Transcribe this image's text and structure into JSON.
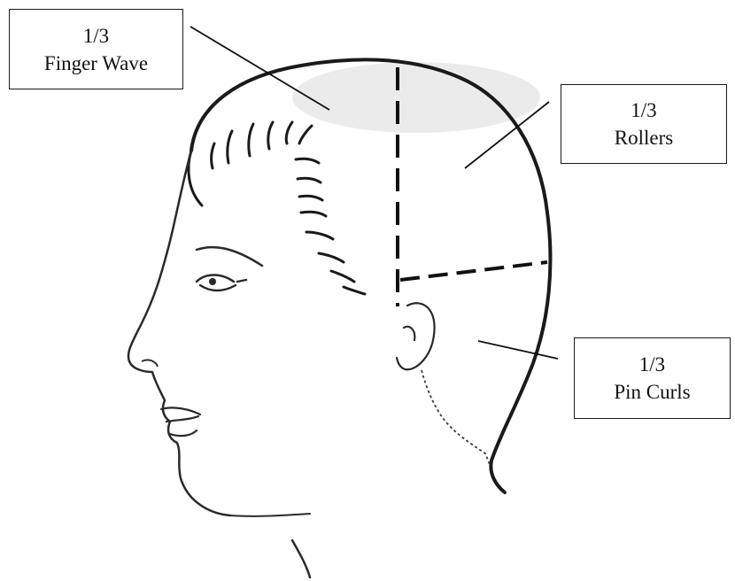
{
  "labels": {
    "finger_wave": {
      "fraction": "1/3",
      "name": "Finger Wave"
    },
    "rollers": {
      "fraction": "1/3",
      "name": "Rollers"
    },
    "pin_curls": {
      "fraction": "1/3",
      "name": "Pin Curls"
    }
  },
  "colors": {
    "ink": "#1a1a1a",
    "soft_ink": "#3a3a3a",
    "background": "#ffffff"
  }
}
